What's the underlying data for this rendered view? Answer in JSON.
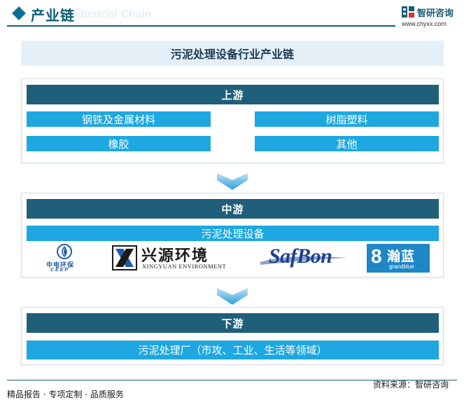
{
  "header": {
    "title": "产业链",
    "subtitle_en": "Industrial Chain",
    "brand_name": "智研咨询",
    "brand_url": "www.chyxx.com",
    "brand_logo_icon": "chyxx-logo-icon"
  },
  "main_title": "污泥处理设备行业产业链",
  "upstream": {
    "label": "上游",
    "items": [
      "钢铁及金属材料",
      "树脂塑料",
      "橡胶",
      "其他"
    ]
  },
  "midstream": {
    "label": "中游",
    "item": "污泥处理设备",
    "logos": {
      "ceep_cn": "中电环保",
      "ceep_en": "CEEP",
      "xingyuan_cn": "兴源环境",
      "xingyuan_en": "XINGYUAN ENVIRONMENT",
      "safbon": "SafBon",
      "grandblue_cn": "瀚蓝",
      "grandblue_num": "8",
      "grandblue_en": "grandblue"
    }
  },
  "downstream": {
    "label": "下游",
    "item": "污泥处理厂（市攻、工业、生活等领域）"
  },
  "footer": {
    "left": "精品报告 · 专项定制 · 品质服务",
    "right": "资料来源：智研咨询"
  },
  "colors": {
    "stage_bar": "#1f5f7a",
    "item_bar": "#1ea7e0",
    "title_bg": "#e5eff8",
    "arrow": "#3ba6dc"
  }
}
